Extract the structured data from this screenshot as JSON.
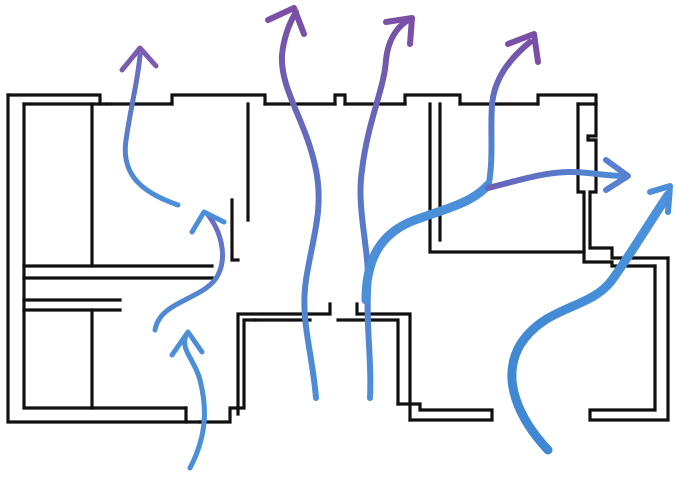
{
  "diagram": {
    "subject": "floor-plan-airflow",
    "colors": {
      "background": "#ffffff",
      "wall": "#111111",
      "flow_start": "#4a8fd8",
      "flow_end": "#7a4fa6"
    },
    "flows": [
      {
        "id": "flow-left-rising",
        "direction": "up"
      },
      {
        "id": "flow-left-inner",
        "direction": "up"
      },
      {
        "id": "flow-left-outer",
        "direction": "up"
      },
      {
        "id": "flow-center-left",
        "direction": "up"
      },
      {
        "id": "flow-center-right",
        "direction": "up"
      },
      {
        "id": "flow-split-top",
        "direction": "up"
      },
      {
        "id": "flow-split-right",
        "direction": "right"
      },
      {
        "id": "flow-right-diagonal",
        "direction": "up-right"
      }
    ]
  }
}
